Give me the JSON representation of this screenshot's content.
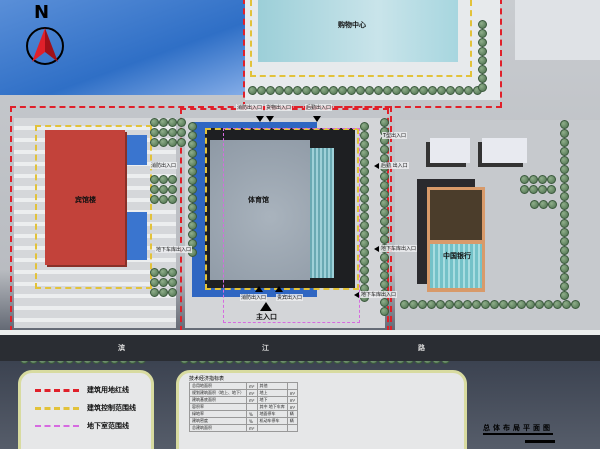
{
  "north_label": "N",
  "buildings": {
    "top_center": "购物中心",
    "left": "宾馆楼",
    "center": "体育馆",
    "right": "中国银行"
  },
  "gates": {
    "top_1": "消防出入口",
    "top_2": "货物出入口",
    "top_3": "后勤出入口",
    "right_top": "T型出入口",
    "right_1": "后勤 出入口",
    "left_1": "消防出入口",
    "left_2": "地下车库出入口",
    "right_2": "地下车库出入口",
    "right_3": "地下车库出入口",
    "bottom_1": "消防出入口",
    "bottom_2": "贵宾出入口",
    "main": "主入口"
  },
  "road_label": [
    "滨",
    "江",
    "路"
  ],
  "legend": [
    {
      "label": "建筑用地红线",
      "color": "#e0202a"
    },
    {
      "label": "建筑控制范围线",
      "color": "#e2c23a"
    },
    {
      "label": "地下室范围线",
      "color": "#d66ae0"
    }
  ],
  "info_table": {
    "title": "技术经济指标表",
    "rows": [
      [
        "总用地面积",
        "m²",
        "其他",
        ""
      ],
      [
        "规划建筑面积（地上、地下）",
        "m²",
        "地上",
        "m²"
      ],
      [
        "建筑基底面积",
        "m²",
        "地下",
        "m²"
      ],
      [
        "容积率",
        "",
        "其中 地下车库",
        "m²"
      ],
      [
        "绿地率",
        "%",
        "地面停车",
        "辆"
      ],
      [
        "建筑密度",
        "%",
        "机动车停车",
        "辆"
      ],
      [
        "总建筑面积",
        "m²",
        "",
        ""
      ]
    ]
  },
  "drawing_title": "总体布局平面图",
  "colors": {
    "boundary_red": "#e0202a",
    "control_yellow": "#e2c23a",
    "basement_purple": "#d66ae0",
    "road": "#2a2d33"
  }
}
